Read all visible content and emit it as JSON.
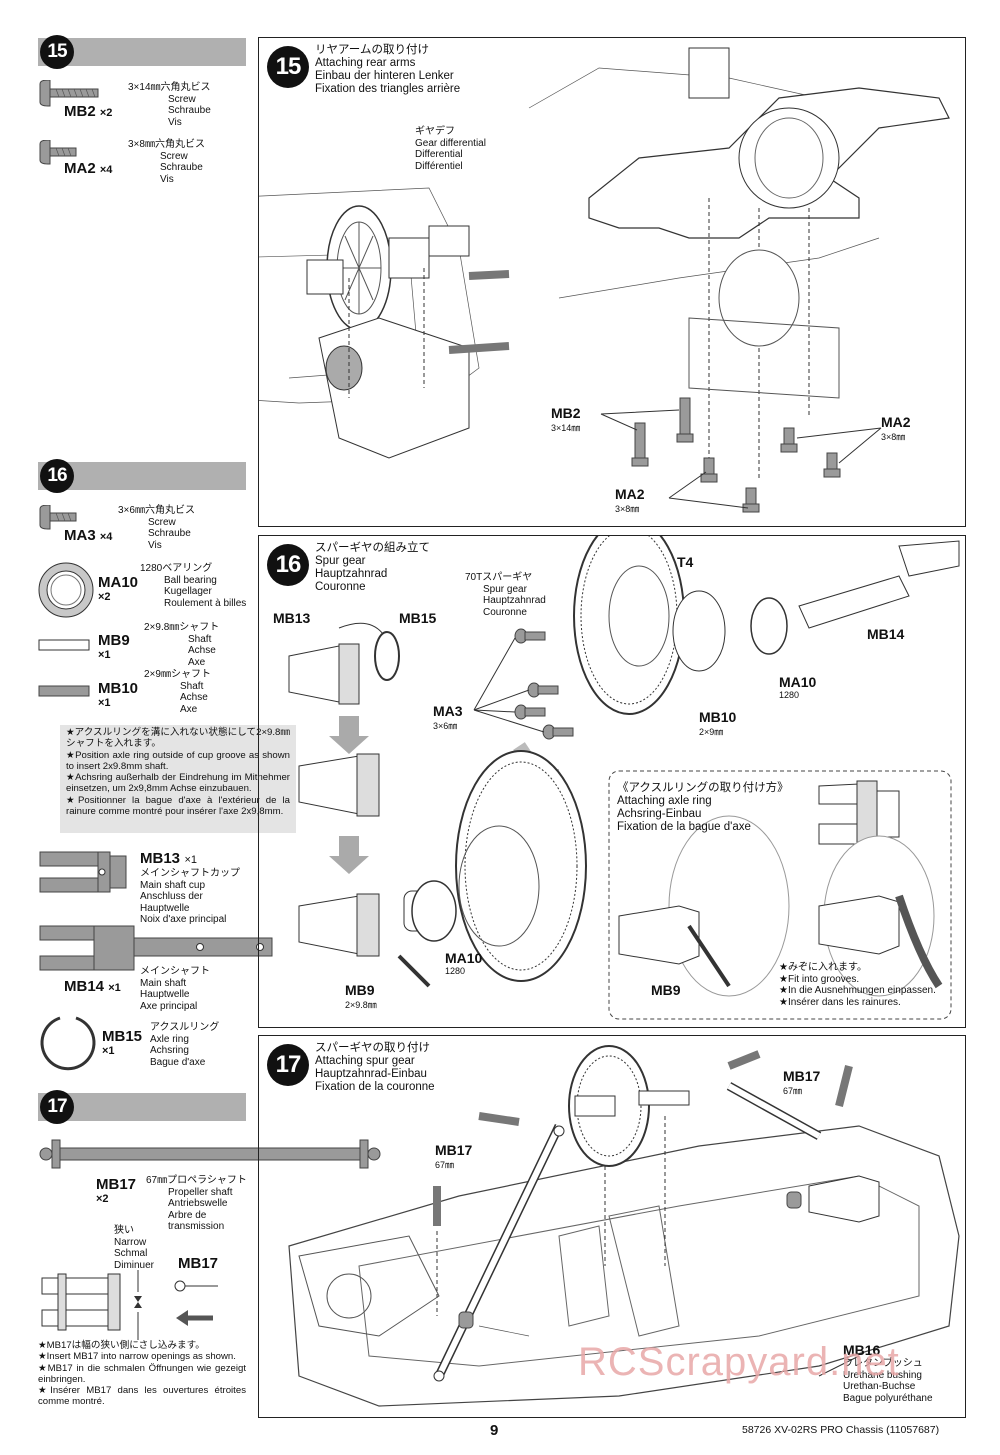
{
  "page_number": "9",
  "footer": "58726 XV-02RS PRO Chassis (11057687)",
  "watermark": "RCScrapyard.net",
  "sidebar15": {
    "step": "15",
    "parts": [
      {
        "code": "MB2",
        "qty": "×2",
        "jp": "3×14㎜六角丸ビス",
        "en": "Screw",
        "de": "Schraube",
        "fr": "Vis"
      },
      {
        "code": "MA2",
        "qty": "×4",
        "jp": "3×8㎜六角丸ビス",
        "en": "Screw",
        "de": "Schraube",
        "fr": "Vis"
      }
    ]
  },
  "sidebar16": {
    "step": "16",
    "parts": [
      {
        "code": "MA3",
        "qty": "×4",
        "jp": "3×6㎜六角丸ビス",
        "en": "Screw",
        "de": "Schraube",
        "fr": "Vis"
      },
      {
        "code": "MA10",
        "qty": "×2",
        "jp": "1280ベアリング",
        "en": "Ball bearing",
        "de": "Kugellager",
        "fr": "Roulement à billes"
      },
      {
        "code": "MB9",
        "qty": "×1",
        "jp": "2×9.8㎜シャフト",
        "en": "Shaft",
        "de": "Achse",
        "fr": "Axe"
      },
      {
        "code": "MB10",
        "qty": "×1",
        "jp": "2×9㎜シャフト",
        "en": "Shaft",
        "de": "Achse",
        "fr": "Axe"
      }
    ],
    "note": [
      "★アクスルリングを溝に入れない状態にして2×9.8㎜シャフトを入れます。",
      "★Position axle ring outside of cup groove as shown to insert 2x9.8mm shaft.",
      "★Achsring außerhalb der Eindrehung im Mitnehmer einsetzen, um 2x9,8mm Achse einzubauen.",
      "★Positionner la bague d'axe à l'extérieur de la rainure comme montré pour insérer l'axe 2x9,8mm."
    ],
    "mb13": {
      "code": "MB13",
      "qty": "×1",
      "jp": "メインシャフトカップ",
      "en": "Main shaft cup",
      "de": "Anschluss der",
      "de2": "Hauptwelle",
      "fr": "Noix d'axe principal"
    },
    "mb14": {
      "code": "MB14",
      "qty": "×1",
      "jp": "メインシャフト",
      "en": "Main shaft",
      "de": "Hauptwelle",
      "fr": "Axe principal"
    },
    "mb15": {
      "code": "MB15",
      "qty": "×1",
      "jp": "アクスルリング",
      "en": "Axle ring",
      "de": "Achsring",
      "fr": "Bague d'axe"
    }
  },
  "sidebar17": {
    "step": "17",
    "mb17": {
      "code": "MB17",
      "qty": "×2",
      "jp": "67㎜プロペラシャフト",
      "en": "Propeller shaft",
      "de": "Antriebswelle",
      "fr": "Arbre de",
      "fr2": "transmission"
    },
    "narrow": {
      "jp": "狭い",
      "en": "Narrow",
      "de": "Schmal",
      "fr": "Diminuer"
    },
    "detail_code": "MB17",
    "note": [
      "★MB17は幅の狭い側にさし込みます。",
      "★Insert MB17 into narrow openings as shown.",
      "★MB17 in die schmalen Öffnungen wie gezeigt einbringen.",
      "★Insérer MB17 dans les ouvertures étroites comme montré."
    ]
  },
  "panel15": {
    "step": "15",
    "jp": "リヤアームの取り付け",
    "en": "Attaching rear arms",
    "de": "Einbau der hinteren Lenker",
    "fr": "Fixation des triangles arrière",
    "gear": {
      "jp": "ギヤデフ",
      "en": "Gear differential",
      "de": "Differential",
      "fr": "Différentiel"
    },
    "mb2": {
      "code": "MB2",
      "size": "3×14㎜"
    },
    "ma2_left": {
      "code": "MA2",
      "size": "3×8㎜"
    },
    "ma2_right": {
      "code": "MA2",
      "size": "3×8㎜"
    }
  },
  "panel16": {
    "step": "16",
    "jp": "スパーギヤの組み立て",
    "en": "Spur gear",
    "de": "Hauptzahnrad",
    "fr": "Couronne",
    "mb13": "MB13",
    "mb15": "MB15",
    "spur": {
      "jp": "70Tスパーギヤ",
      "en": "Spur gear",
      "de": "Hauptzahnrad",
      "fr": "Couronne"
    },
    "t4": "T4",
    "mb14": "MB14",
    "ma10_top": {
      "code": "MA10",
      "size": "1280"
    },
    "ma3": {
      "code": "MA3",
      "size": "3×6㎜"
    },
    "mb10": {
      "code": "MB10",
      "size": "2×9㎜"
    },
    "ma10_bottom": {
      "code": "MA10",
      "size": "1280"
    },
    "mb9": {
      "code": "MB9",
      "size": "2×9.8㎜"
    },
    "inset": {
      "jp": "《アクスルリングの取り付け方》",
      "en": "Attaching axle ring",
      "de": "Achsring-Einbau",
      "fr": "Fixation de la bague d'axe",
      "mb9": "MB9",
      "note": [
        "★みぞに入れます。",
        "★Fit into grooves.",
        "★In die Ausnehmungen einpassen.",
        "★Insérer dans les rainures."
      ]
    }
  },
  "panel17": {
    "step": "17",
    "jp": "スパーギヤの取り付け",
    "en": "Attaching spur gear",
    "de": "Hauptzahnrad-Einbau",
    "fr": "Fixation de la couronne",
    "mb17_left": {
      "code": "MB17",
      "size": "67㎜"
    },
    "mb17_right": {
      "code": "MB17",
      "size": "67㎜"
    },
    "mb16": {
      "code": "MB16",
      "jp": "ウレタンブッシュ",
      "en": "Urethane bushing",
      "de": "Urethan-Buchse",
      "fr": "Bague polyuréthane"
    }
  }
}
